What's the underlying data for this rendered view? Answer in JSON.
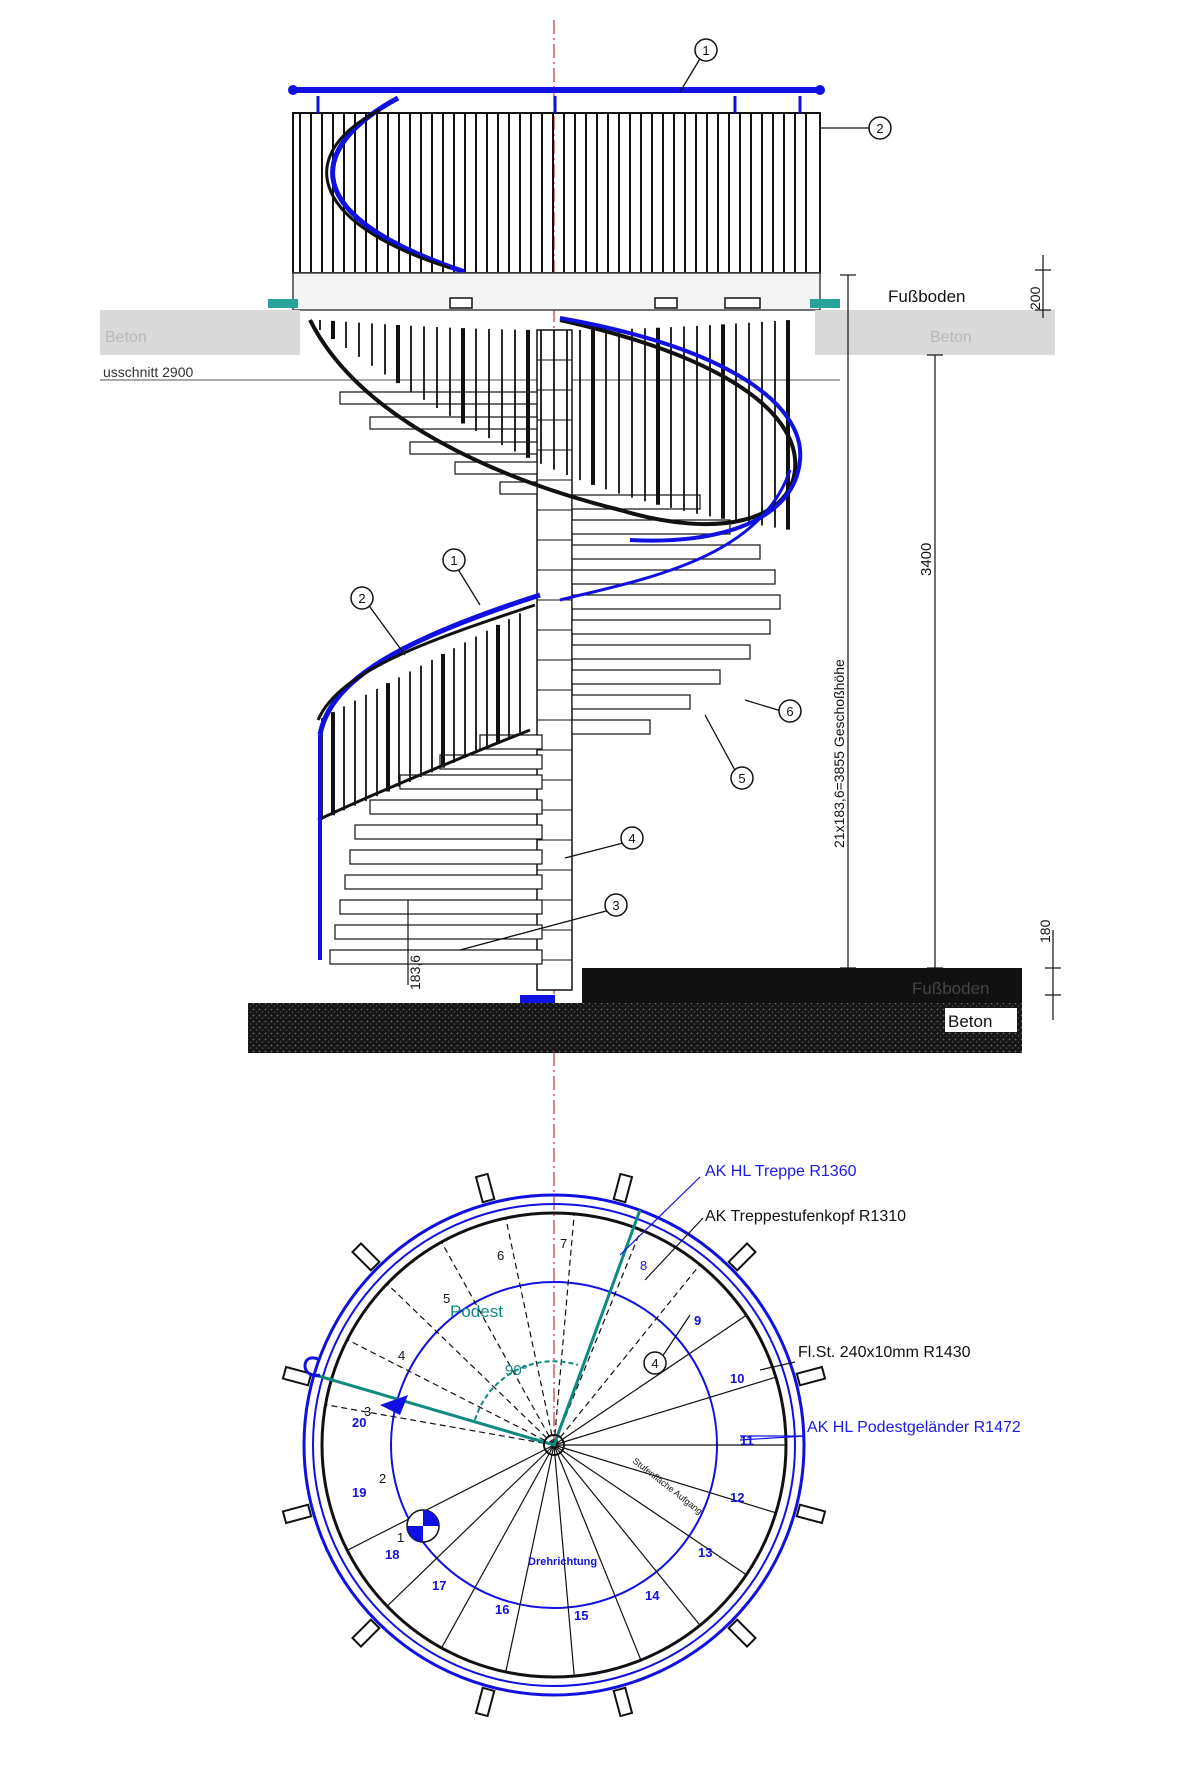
{
  "elevation": {
    "floor_labels": {
      "upper_floor": "Fußboden",
      "upper_concrete_left": "Beton",
      "upper_concrete_right": "Beton",
      "lower_floor": "Fußboden",
      "lower_concrete": "Beton"
    },
    "cutout_label": "usschnitt 2900",
    "dimensions": {
      "slab_thickness": "200",
      "floor_height": "3400",
      "storey_height": "21x183,6=3855 Geschoßhöhe",
      "lower_slab": "180",
      "step_rise": "183,6"
    },
    "callouts": [
      "1",
      "2",
      "1",
      "2",
      "6",
      "5",
      "4",
      "3"
    ]
  },
  "plan": {
    "labels": {
      "tread_edge": "AK HL Treppe R1360",
      "step_head": "AK Treppestufenkopf  R1310",
      "flat_steel": "Fl.St. 240x10mm R1430",
      "landing_rail": "AK HL Podestgeländer R1472",
      "landing": "Podest",
      "angle": "90°",
      "direction": "Drehrichtung",
      "arc_note": "Stufenfläche Aufgang",
      "callout": "4"
    },
    "landing_numbers": [
      "1",
      "2",
      "3",
      "4",
      "5",
      "6",
      "7",
      "8"
    ],
    "step_numbers": [
      "9",
      "10",
      "11",
      "12",
      "13",
      "14",
      "15",
      "16",
      "17",
      "18",
      "19",
      "20"
    ]
  },
  "colors": {
    "line": "#111111",
    "rail_blue": "#1010e0",
    "teal": "#0f8a80",
    "axis_red": "#c0303a",
    "concrete": "#d9d9d9",
    "label_blue": "#1a1aee"
  }
}
